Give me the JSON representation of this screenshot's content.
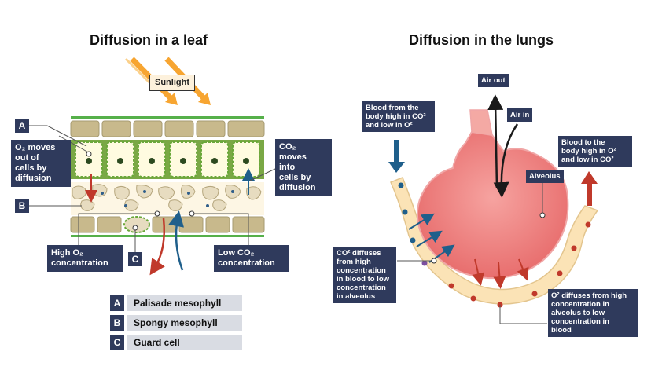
{
  "leaf": {
    "title": "Diffusion in a leaf",
    "sunlight": "Sunlight",
    "o2_moves": [
      "O₂ moves",
      "out of",
      "cells by",
      "diffusion"
    ],
    "co2_moves": [
      "CO₂",
      "moves",
      "into",
      "cells by",
      "diffusion"
    ],
    "high_o2": [
      "High O₂",
      "concentration"
    ],
    "low_co2": [
      "Low CO₂",
      "concentration"
    ],
    "marker_a": "A",
    "marker_b": "B",
    "marker_c": "C"
  },
  "key": [
    {
      "letter": "A",
      "label": "Palisade mesophyll"
    },
    {
      "letter": "B",
      "label": "Spongy mesophyll"
    },
    {
      "letter": "C",
      "label": "Guard cell"
    }
  ],
  "lungs": {
    "title": "Diffusion in the lungs",
    "air_out": "Air out",
    "air_in": "Air in",
    "alveolus": "Alveolus",
    "blood_from": [
      "Blood from the",
      "body high in CO²",
      "and low in O²"
    ],
    "blood_to": [
      "Blood to the",
      "body high in O²",
      "and low in CO²"
    ],
    "co2_diffuses": [
      "CO² diffuses",
      "from high",
      "concentration",
      "in blood to low",
      "concentration",
      "in alveolus"
    ],
    "o2_diffuses": [
      "O² diffuses from high",
      "concentration in",
      "alveolus to low",
      "concentration in",
      "blood"
    ]
  },
  "colors": {
    "navy": "#2f3a5c",
    "cell_wall": "#c8b98c",
    "chloroplast": "#6aa83a",
    "leaf_green": "#56b04a",
    "arrow_red": "#c0392b",
    "arrow_blue": "#1f5f8b",
    "alveolus_pink": "#f07d7d",
    "vessel_cream": "#fbe3b6",
    "sun_orange": "#f7a531"
  }
}
